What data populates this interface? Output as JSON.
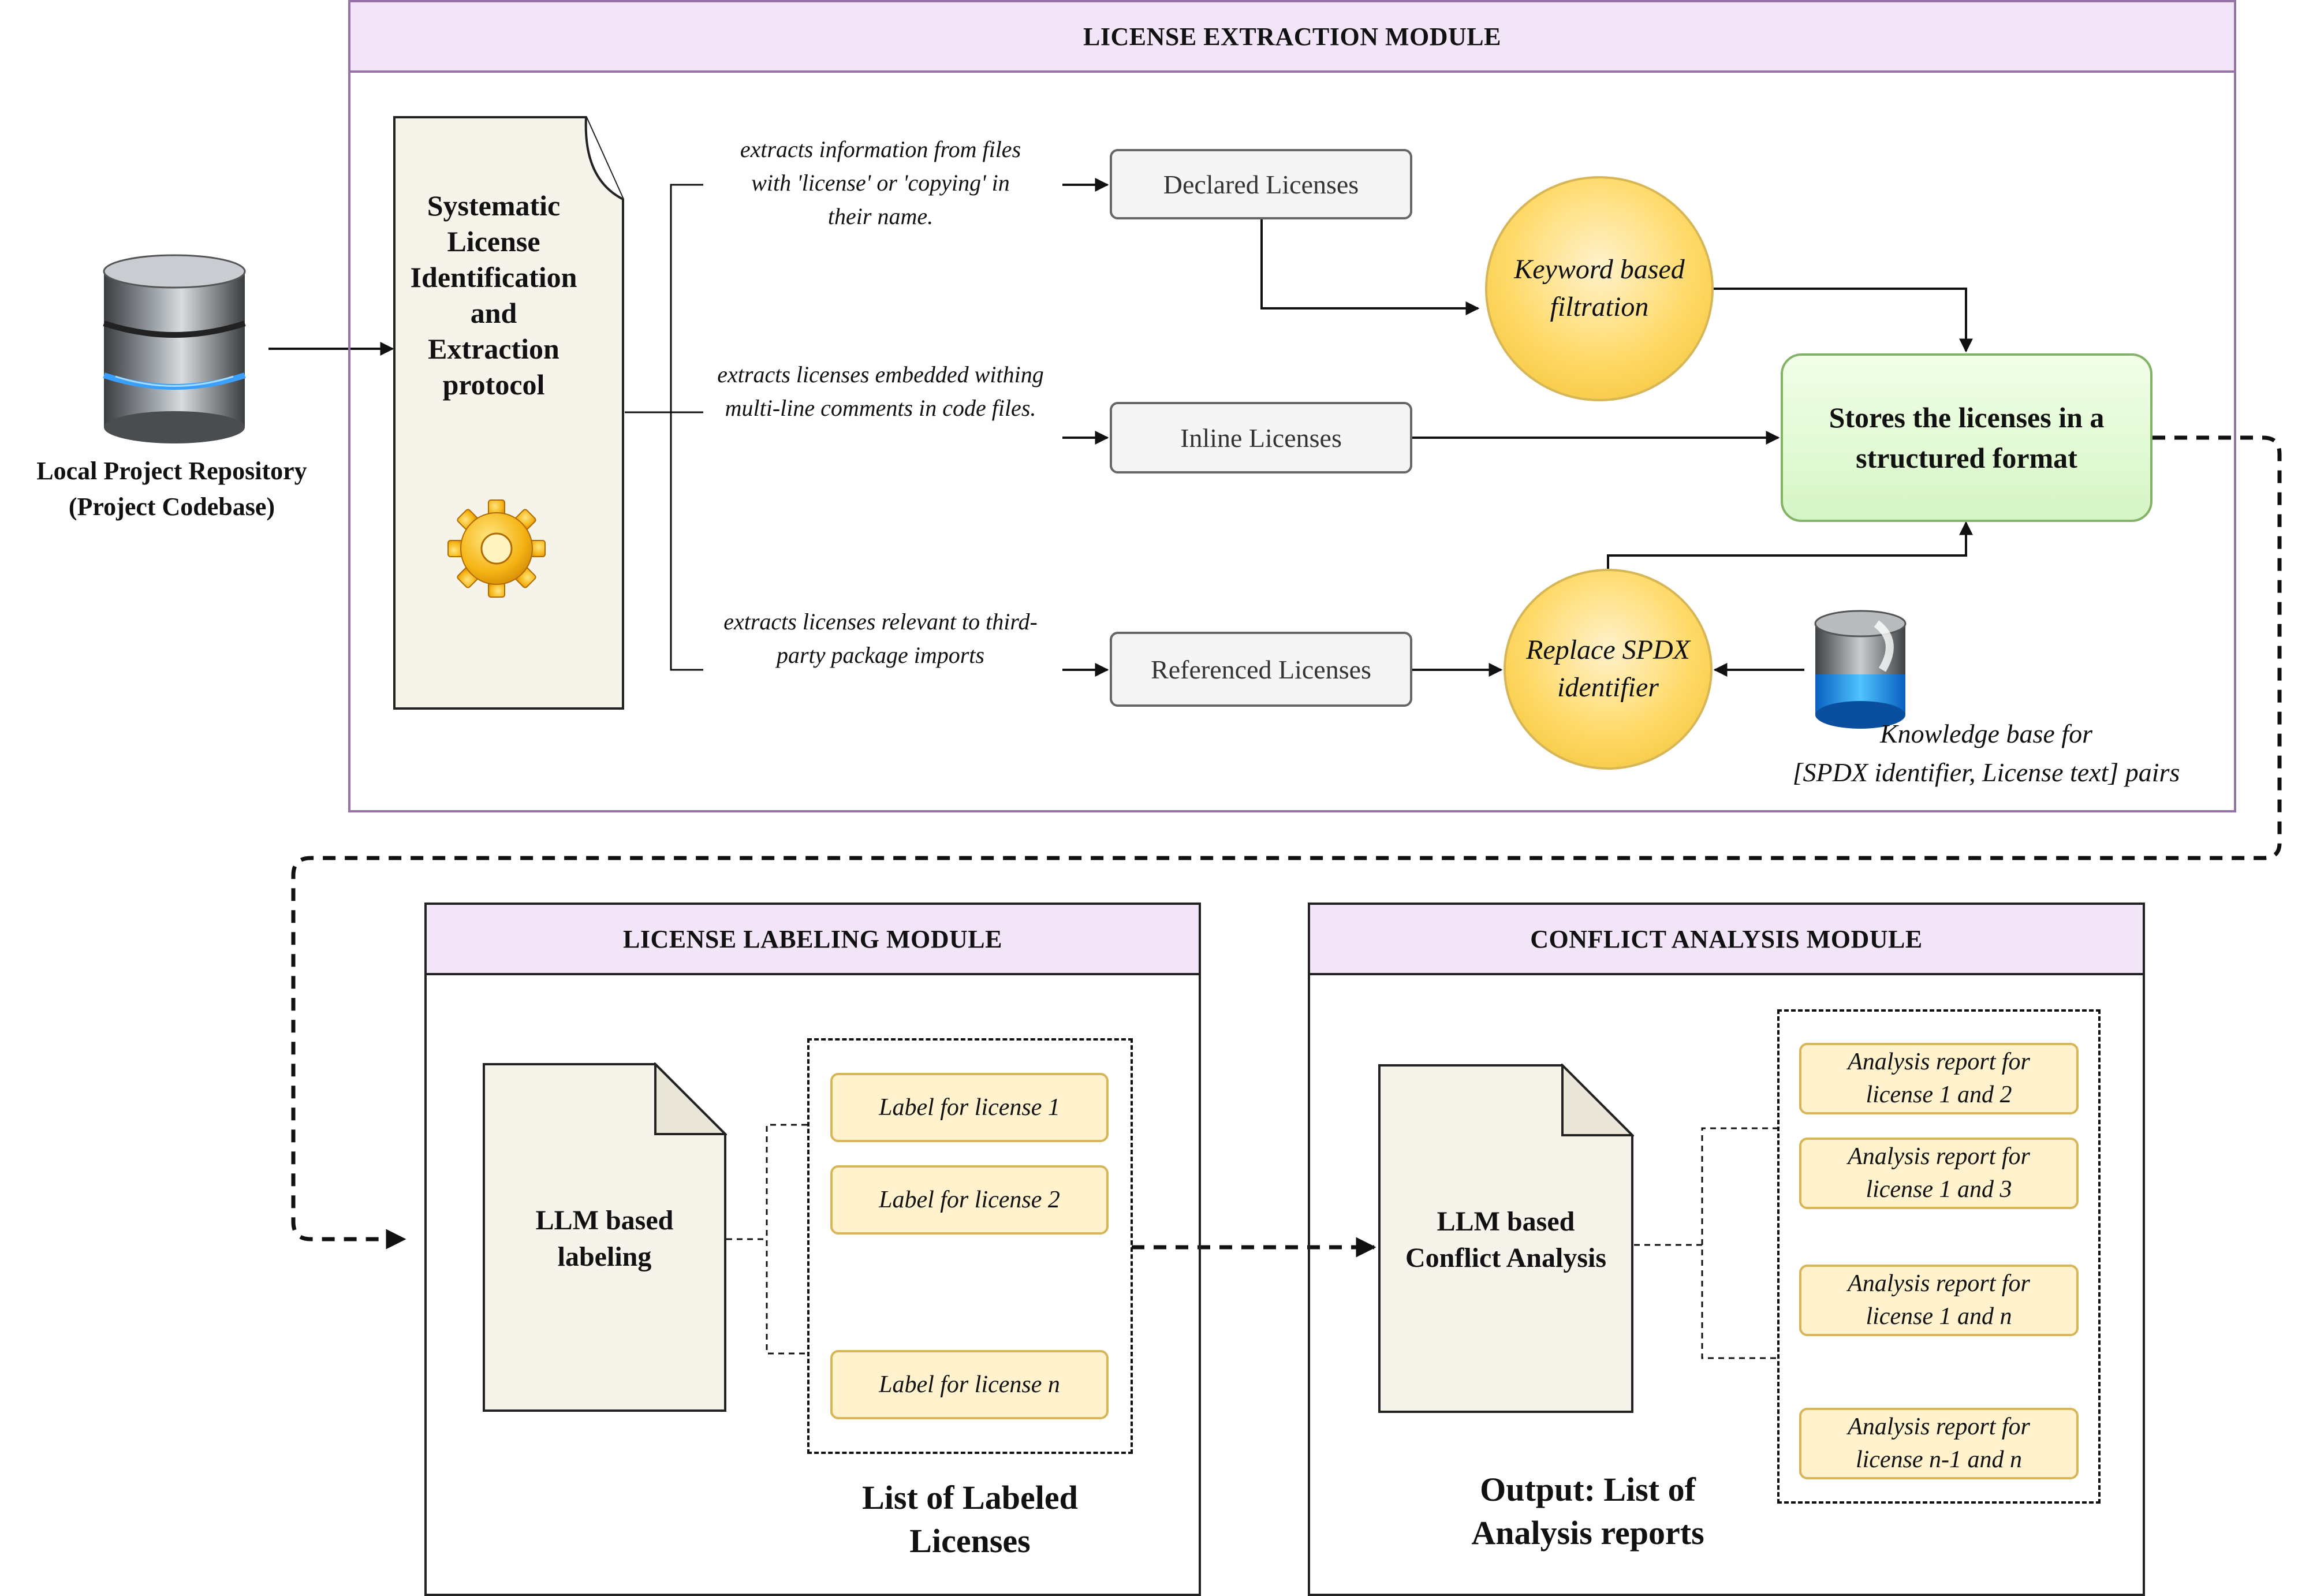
{
  "repository": {
    "label_line1": "Local Project Repository",
    "label_line2": "(Project Codebase)",
    "icon": "database-icon"
  },
  "extraction_module": {
    "title": "LICENSE EXTRACTION MODULE",
    "protocol": {
      "line1": "Systematic",
      "line2": "License",
      "line3": "Identification",
      "line4": "and",
      "line5": "Extraction",
      "line6": "protocol",
      "icon": "gear-icon"
    },
    "branches": [
      {
        "caption_line1": "extracts information from files",
        "caption_line2": "with 'license' or 'copying' in",
        "caption_line3": "their name.",
        "box": "Declared Licenses"
      },
      {
        "caption_line1": "extracts licenses embedded withing",
        "caption_line2": "multi-line comments in code files.",
        "caption_line3": "",
        "box": "Inline Licenses"
      },
      {
        "caption_line1": "extracts licenses relevant to third-",
        "caption_line2": "party package imports",
        "caption_line3": "",
        "box": "Referenced Licenses"
      }
    ],
    "keyword_filter": {
      "line1": "Keyword based",
      "line2": "filtration"
    },
    "spdx_replace": {
      "line1": "Replace SPDX",
      "line2": "identifier"
    },
    "store": {
      "line1": "Stores the licenses in a",
      "line2": "structured format"
    },
    "knowledge_base": {
      "line1": "Knowledge base for",
      "line2": "[SPDX identifier, License text] pairs",
      "icon": "database-icon"
    }
  },
  "labeling_module": {
    "title": "LICENSE LABELING MODULE",
    "doc": {
      "line1": "LLM based",
      "line2": "labeling"
    },
    "labels": [
      "Label for license 1",
      "Label for license 2",
      "Label for license n"
    ],
    "output": {
      "line1": "List of Labeled",
      "line2": "Licenses"
    }
  },
  "conflict_module": {
    "title": "CONFLICT ANALYSIS MODULE",
    "doc": {
      "line1": "LLM based",
      "line2": "Conflict Analysis"
    },
    "reports": [
      {
        "line1": "Analysis report for",
        "line2": "license 1 and 2"
      },
      {
        "line1": "Analysis report for",
        "line2": "license 1 and 3"
      },
      {
        "line1": "Analysis report for",
        "line2": "license 1 and n"
      },
      {
        "line1": "Analysis report for",
        "line2": "license n-1 and n"
      }
    ],
    "output": {
      "line1": "Output: List of",
      "line2": "Analysis reports"
    }
  },
  "colors": {
    "module_header": "#f3e5f8",
    "extraction_border": "#9673a6",
    "note_fill": "#fff2cc",
    "note_border": "#d6b656",
    "store_fill": "#e2fbd8",
    "store_border": "#82b366"
  }
}
